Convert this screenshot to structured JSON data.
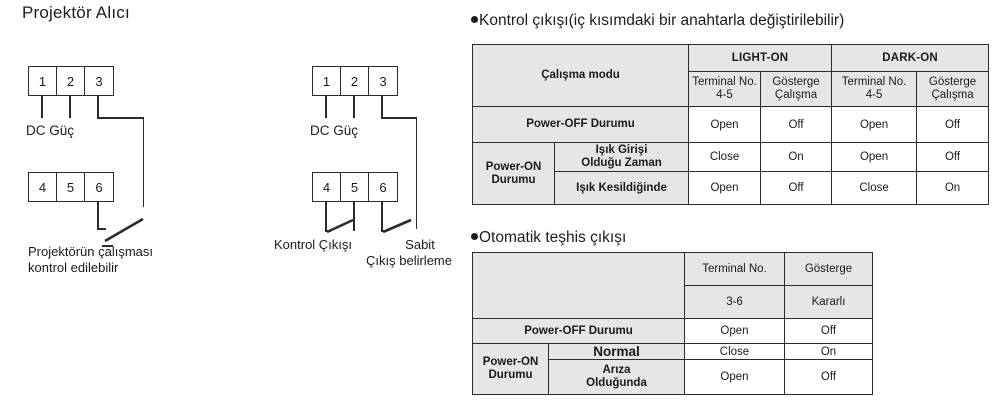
{
  "page": {
    "title": "Projektör Alıcı"
  },
  "diagrams": [
    {
      "name": "projector-control-diagram",
      "top_terminals": [
        "1",
        "2",
        "3"
      ],
      "bottom_terminals": [
        "4",
        "5",
        "6"
      ],
      "power_label": "DC Güç",
      "caption_line1": "Projektörün çalışması",
      "caption_line2": "kontrol edilebilir"
    },
    {
      "name": "control-output-diagram",
      "top_terminals": [
        "1",
        "2",
        "3"
      ],
      "bottom_terminals": [
        "4",
        "5",
        "6"
      ],
      "power_label": "DC Güç",
      "switch1_label": "Kontrol Çıkışı",
      "switch2_label_line1": "Sabit",
      "switch2_label_line2": "Çıkış belirleme"
    }
  ],
  "table1": {
    "heading": "Kontrol çıkışı(iç kısımdaki bir anahtarla değiştirilebilir)",
    "row_header_label": "Çalışma modu",
    "groups": [
      "LIGHT-ON",
      "DARK-ON"
    ],
    "subheaders": [
      {
        "line1": "Terminal  No.",
        "line2": "4-5"
      },
      {
        "line1": "Gösterge",
        "line2": "Çalışma"
      },
      {
        "line1": "Terminal  No.",
        "line2": "4-5"
      },
      {
        "line1": "Gösterge",
        "line2": "Çalışma"
      }
    ],
    "rows": [
      {
        "label": "Power-OFF Durumu",
        "sublabel": null,
        "values": [
          "Open",
          "Off",
          "Open",
          "Off"
        ]
      },
      {
        "label": "Power-ON\nDurumu",
        "group_label_line1": "Power-ON",
        "group_label_line2": "Durumu",
        "sublabel_line1": "Işık Girişi",
        "sublabel_line2": "Olduğu Zaman",
        "values": [
          "Close",
          "On",
          "Open",
          "Off"
        ]
      },
      {
        "sublabel_line1": "Işık Kesildiğinde",
        "sublabel_line2": "",
        "values": [
          "Open",
          "Off",
          "Close",
          "On"
        ]
      }
    ]
  },
  "table2": {
    "heading": "Otomatik teşhis çıkışı",
    "subheaders_row1": [
      "Terminal  No.",
      "Gösterge"
    ],
    "subheaders_row2": [
      "3-6",
      "Kararlı"
    ],
    "rows": [
      {
        "label": "Power-OFF Durumu",
        "values": [
          "Open",
          "Off"
        ]
      },
      {
        "group_label_line1": "Power-ON",
        "group_label_line2": "Durumu",
        "sublabel_line1": "Normal",
        "sublabel_line2": "",
        "values": [
          "Close",
          "On"
        ]
      },
      {
        "sublabel_line1": "Arıza",
        "sublabel_line2": "Olduğunda",
        "values": [
          "Open",
          "Off"
        ]
      }
    ]
  },
  "colors": {
    "line": "#2b2b2b",
    "header_fill": "#e6e6e6",
    "text": "#1a1a1a",
    "background": "#ffffff"
  }
}
